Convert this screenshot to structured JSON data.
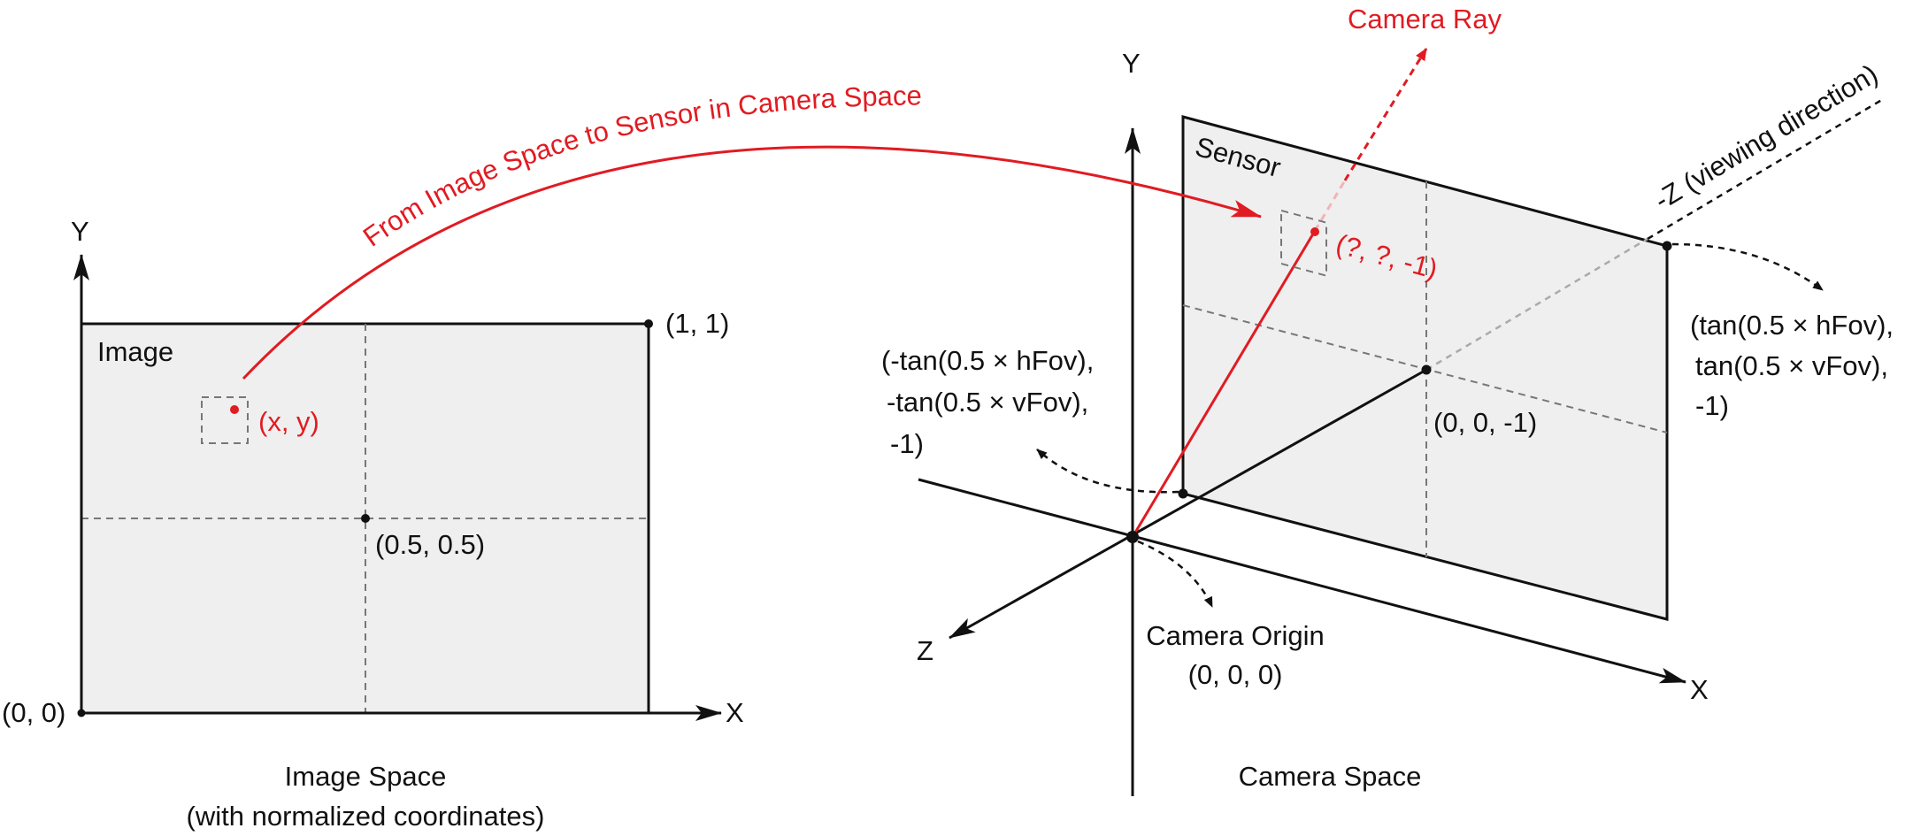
{
  "colors": {
    "accent_red": "#e11b22",
    "plane_fill": "#efefef",
    "line": "#111111",
    "guide_grey": "#777777"
  },
  "image_space": {
    "axis_y": "Y",
    "axis_x": "X",
    "plane_label": "Image",
    "corner_origin": "(0, 0)",
    "corner_top_right": "(1, 1)",
    "center_point": "(0.5, 0.5)",
    "pixel_point": "(x, y)",
    "caption_line1": "Image Space",
    "caption_line2": "(with normalized coordinates)"
  },
  "mapping_arrow": {
    "label": "From Image Space to Sensor in Camera Space"
  },
  "camera_space": {
    "axis_y": "Y",
    "axis_x": "X",
    "axis_z": "Z",
    "neg_z_label": "-Z (viewing direction)",
    "sensor_label": "Sensor",
    "camera_ray_label": "Camera Ray",
    "sensor_point": "(?, ?, -1)",
    "sensor_center": "(0, 0, -1)",
    "bottom_left_line1": "(-tan(0.5 × hFov),",
    "bottom_left_line2": "-tan(0.5 × vFov),",
    "bottom_left_line3": "-1)",
    "top_right_line1": "(tan(0.5 × hFov),",
    "top_right_line2": "tan(0.5 × vFov),",
    "top_right_line3": "-1)",
    "origin_line1": "Camera Origin",
    "origin_line2": "(0, 0, 0)",
    "caption": "Camera Space"
  }
}
